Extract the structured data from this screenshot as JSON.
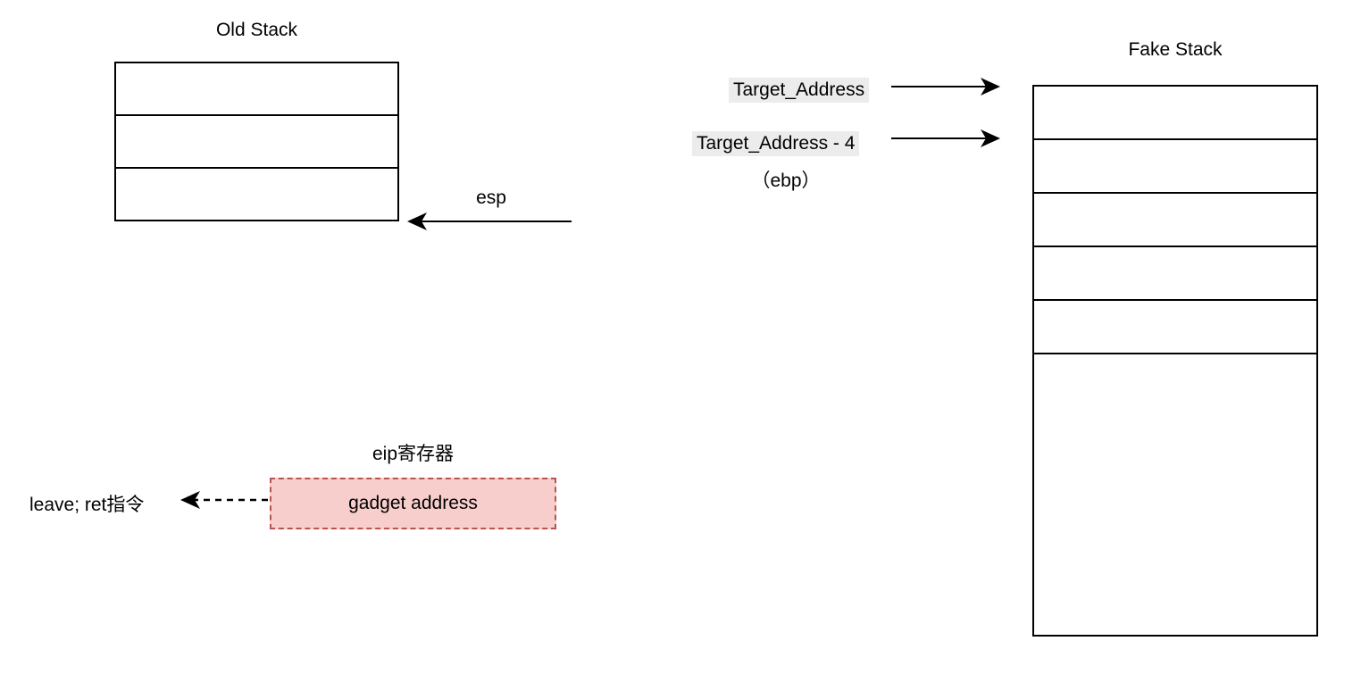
{
  "diagram": {
    "old_stack": {
      "title": "Old Stack",
      "rows": 3
    },
    "fake_stack": {
      "title": "Fake Stack",
      "rows": 6
    },
    "esp_label": "esp",
    "pointers": {
      "target_address": "Target_Address",
      "target_address_minus_4": "Target_Address - 4",
      "ebp": "（ebp）"
    },
    "eip_register": {
      "title": "eip寄存器",
      "value": "gadget address"
    },
    "leave_ret_label": "leave; ret指令",
    "colors": {
      "gadget_fill": "#f8cecc",
      "gadget_border": "#b85450",
      "highlight_bg": "#ececec",
      "line": "#000000",
      "background": "#ffffff"
    }
  }
}
